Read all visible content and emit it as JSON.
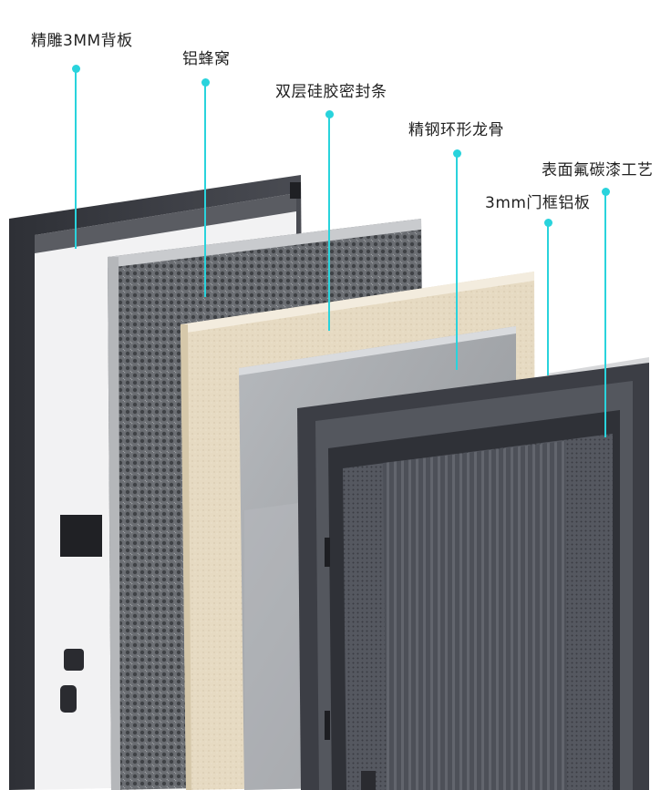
{
  "layers": [
    {
      "id": "back-panel",
      "label": "精雕3MM背板"
    },
    {
      "id": "honeycomb",
      "label": "铝蜂窝"
    },
    {
      "id": "seal-strip",
      "label": "双层硅胶密封条"
    },
    {
      "id": "steel-frame",
      "label": "精钢环形龙骨"
    },
    {
      "id": "front-finish",
      "label": "表面氟碳漆工艺"
    },
    {
      "id": "frame-plate",
      "label": "3mm门框铝板"
    }
  ],
  "colors": {
    "accent": "#29d3dc",
    "frame": "#3b3d44",
    "sand": "#e6dac2",
    "steel": "#a7aaae"
  }
}
